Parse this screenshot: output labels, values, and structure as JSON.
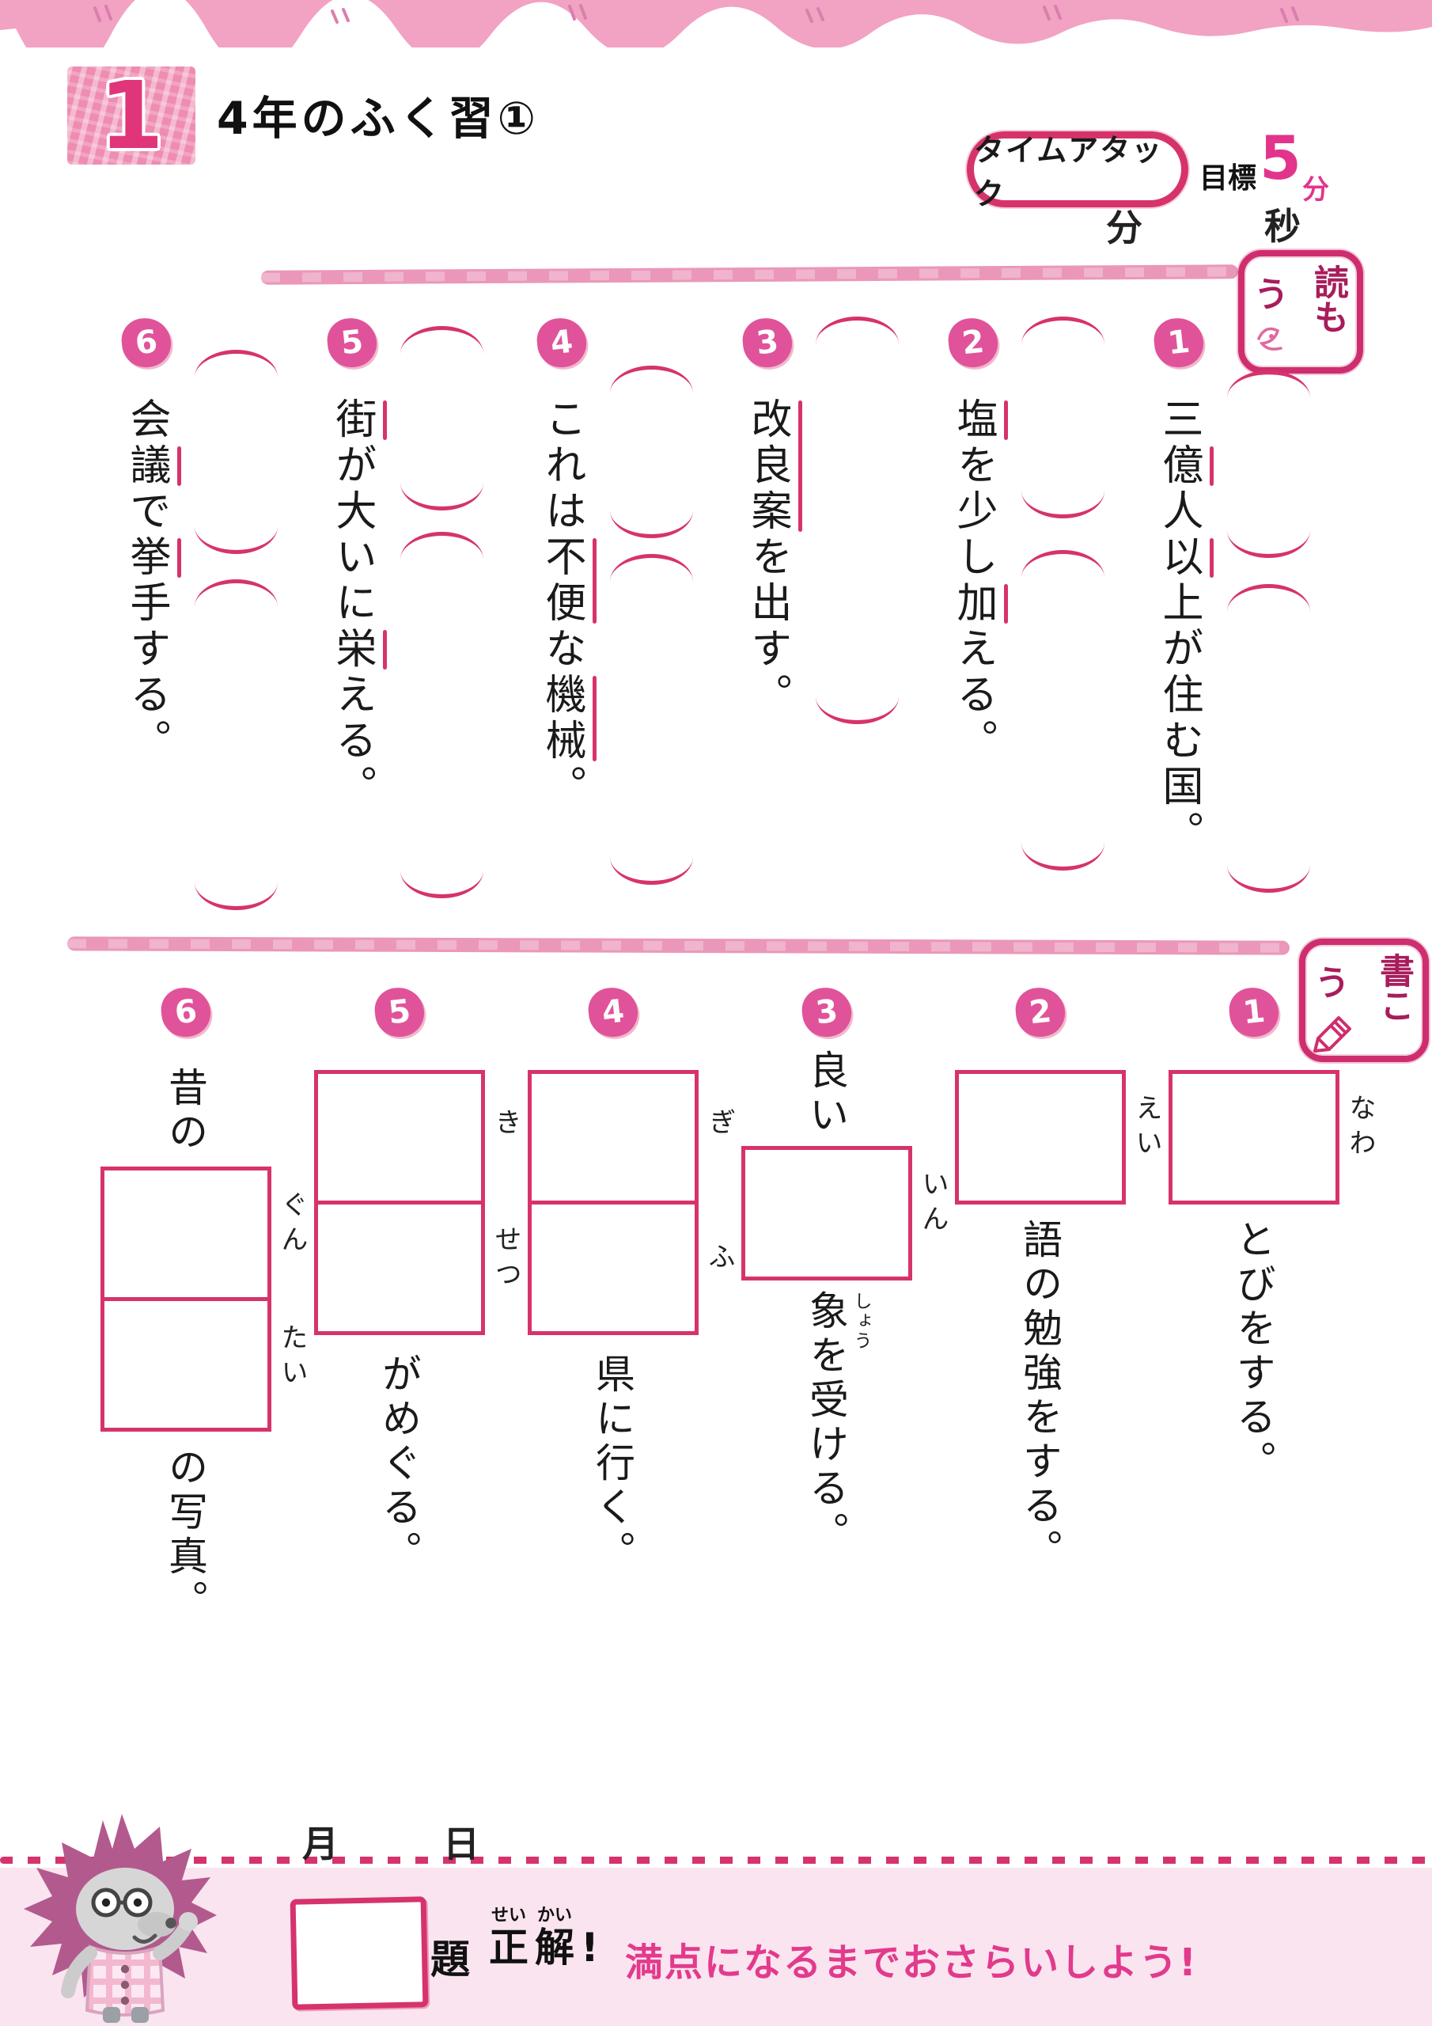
{
  "header": {
    "lesson_number": "1",
    "title": "4年のふく習①",
    "time_attack_label": "タイムアタック",
    "goal_label": "目標",
    "goal_value": "5",
    "goal_unit": "分",
    "minutes_label": "分",
    "seconds_label": "秒"
  },
  "reading": {
    "badge_main": "読も",
    "badge_trail": "う",
    "items": [
      {
        "number": "1",
        "segments": [
          {
            "t": "三"
          },
          {
            "t": "億",
            "u": true
          },
          {
            "t": "人"
          },
          {
            "t": "以",
            "u": true
          },
          {
            "t": "上が住む国。"
          }
        ]
      },
      {
        "number": "2",
        "segments": [
          {
            "t": "塩",
            "u": true
          },
          {
            "t": "を少し"
          },
          {
            "t": "加",
            "u": true
          },
          {
            "t": "える。"
          }
        ]
      },
      {
        "number": "3",
        "segments": [
          {
            "t": "改良案",
            "u": true
          },
          {
            "t": "を出す。"
          }
        ]
      },
      {
        "number": "4",
        "segments": [
          {
            "t": "これは"
          },
          {
            "t": "不便",
            "u": true
          },
          {
            "t": "な"
          },
          {
            "t": "機械",
            "u": true
          },
          {
            "t": "。"
          }
        ]
      },
      {
        "number": "5",
        "segments": [
          {
            "t": "街",
            "u": true
          },
          {
            "t": "が大いに"
          },
          {
            "t": "栄",
            "u": true
          },
          {
            "t": "える。"
          }
        ]
      },
      {
        "number": "6",
        "segments": [
          {
            "t": "会"
          },
          {
            "t": "議",
            "u": true
          },
          {
            "t": "で"
          },
          {
            "t": "挙",
            "u": true
          },
          {
            "t": "手する。"
          }
        ]
      }
    ]
  },
  "writing": {
    "badge_main": "書こ",
    "badge_trail": "う",
    "items": [
      {
        "number": "1",
        "furigana": [
          "なわ"
        ],
        "pre": "",
        "post": "とびをする。"
      },
      {
        "number": "2",
        "furigana": [
          "えい"
        ],
        "pre": "",
        "post": "語の勉強をする。"
      },
      {
        "number": "3",
        "furigana": [
          "いん"
        ],
        "pre": "良い",
        "post": "象を受ける。",
        "post_ruby": "しょう"
      },
      {
        "number": "4",
        "furigana": [
          "ぎ",
          "ふ"
        ],
        "pre": "",
        "post": "県に行く。"
      },
      {
        "number": "5",
        "furigana": [
          "き",
          "せつ"
        ],
        "pre": "",
        "post": "がめぐる。"
      },
      {
        "number": "6",
        "furigana": [
          "ぐん",
          "たい"
        ],
        "pre": "昔の",
        "post": "の写真。"
      }
    ]
  },
  "footer": {
    "month_label": "月",
    "day_label": "日",
    "counter_unit": "題",
    "correct_word_1": "正",
    "correct_word_2": "解",
    "correct_furigana_1": "せい",
    "correct_furigana_2": "かい",
    "exclamation": "!",
    "message": "満点になるまでおさらいしよう!"
  },
  "colors": {
    "accent_pink": "#d6336c",
    "banner_pink": "#f2a2c2",
    "band_pink": "#fae4ef",
    "message_pink": "#e23a8c"
  }
}
